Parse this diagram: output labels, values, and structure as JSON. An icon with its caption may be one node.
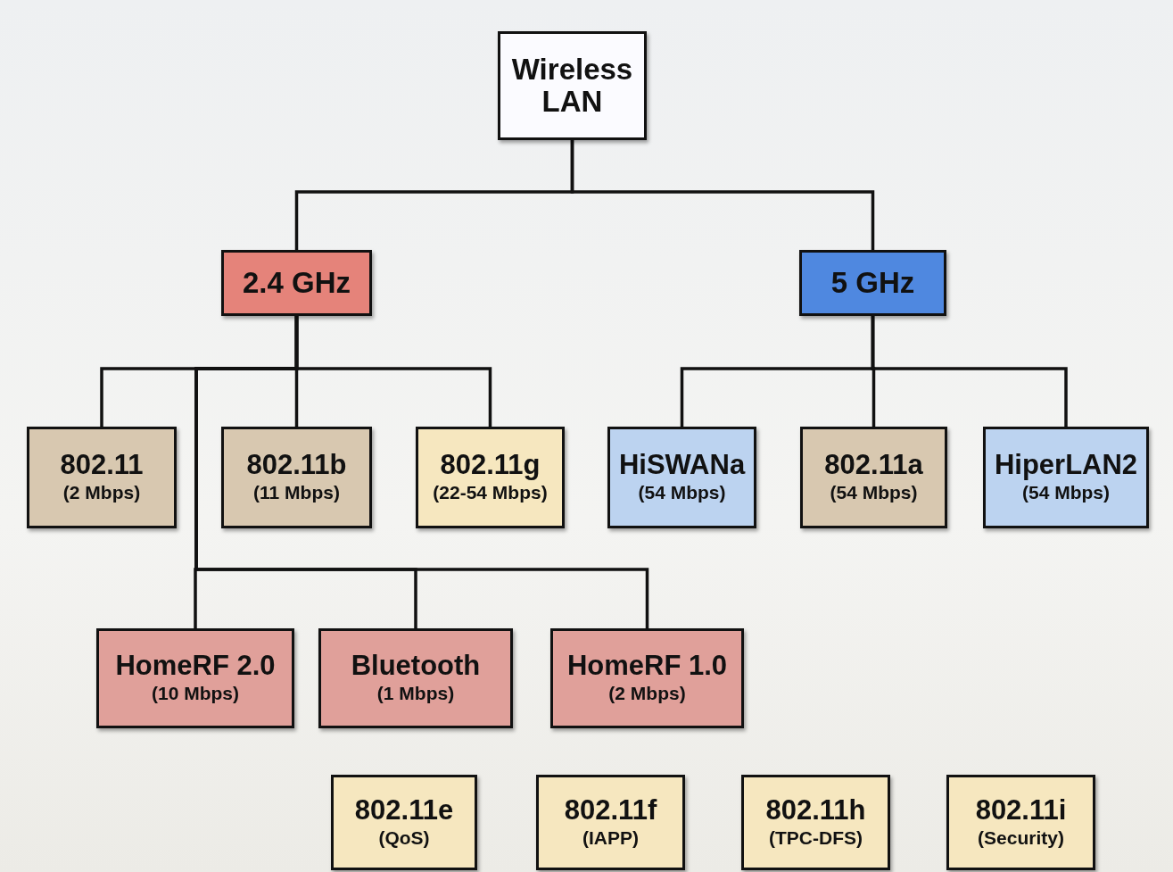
{
  "diagram": {
    "nodes": [
      {
        "text": [
          "Wireless LAN"
        ]
      },
      {
        "text": [
          "2.4 GHz"
        ]
      },
      {
        "text": [
          "5 GHz"
        ]
      },
      {
        "text": [
          "802.11",
          "(2 Mbps)"
        ]
      },
      {
        "text": [
          "802.11b",
          "(11 Mbps)"
        ]
      },
      {
        "text": [
          "802.11g",
          "(22-54 Mbps)"
        ]
      },
      {
        "text": [
          "HiSWANa",
          "(54 Mbps)"
        ]
      },
      {
        "text": [
          "802.11a",
          "(54 Mbps)"
        ]
      },
      {
        "text": [
          "HiperLAN2",
          "(54 Mbps)"
        ]
      },
      {
        "text": [
          "HomeRF 2.0",
          "(10 Mbps)"
        ]
      },
      {
        "text": [
          "Bluetooth",
          "(1 Mbps)"
        ]
      },
      {
        "text": [
          "HomeRF 1.0",
          "(2 Mbps)"
        ]
      },
      {
        "text": [
          "802.11e",
          "(QoS)"
        ]
      },
      {
        "text": [
          "802.11f",
          "(IAPP)"
        ]
      },
      {
        "text": [
          "802.11h",
          "(TPC-DFS)"
        ]
      },
      {
        "text": [
          "802.11i",
          "(Security)"
        ]
      }
    ],
    "edges": [
      {
        "from": 0,
        "to": 1,
        "arrow": "none"
      },
      {
        "from": 0,
        "to": 2,
        "arrow": "none"
      },
      {
        "from": 1,
        "to": 3,
        "arrow": "none"
      },
      {
        "from": 1,
        "to": 4,
        "arrow": "none"
      },
      {
        "from": 1,
        "to": 5,
        "arrow": "none"
      },
      {
        "from": 2,
        "to": 6,
        "arrow": "none"
      },
      {
        "from": 2,
        "to": 7,
        "arrow": "none"
      },
      {
        "from": 2,
        "to": 8,
        "arrow": "none"
      },
      {
        "from": 1,
        "to": 9,
        "arrow": "none"
      },
      {
        "from": 1,
        "to": 10,
        "arrow": "none"
      },
      {
        "from": 1,
        "to": 11,
        "arrow": "none"
      }
    ]
  }
}
